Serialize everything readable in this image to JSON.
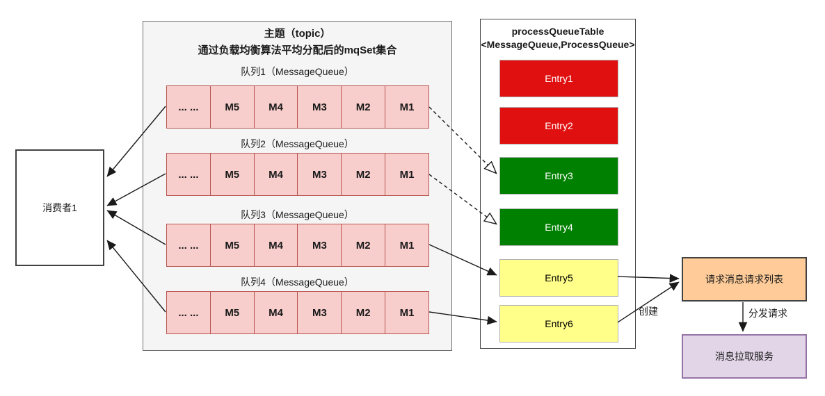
{
  "consumer": {
    "label": "消费者1"
  },
  "topic": {
    "title": "主题（topic）",
    "subtitle": "通过负载均衡算法平均分配后的mqSet集合",
    "queues": [
      {
        "label": "队列1（MessageQueue）",
        "cells": [
          "... ...",
          "M5",
          "M4",
          "M3",
          "M2",
          "M1"
        ]
      },
      {
        "label": "队列2（MessageQueue）",
        "cells": [
          "... ...",
          "M5",
          "M4",
          "M3",
          "M2",
          "M1"
        ]
      },
      {
        "label": "队列3（MessageQueue）",
        "cells": [
          "... ...",
          "M5",
          "M4",
          "M3",
          "M2",
          "M1"
        ]
      },
      {
        "label": "队列4（MessageQueue）",
        "cells": [
          "... ...",
          "M5",
          "M4",
          "M3",
          "M2",
          "M1"
        ]
      }
    ]
  },
  "process_queue_table": {
    "title_line1": "processQueueTable",
    "title_line2": "<MessageQueue,ProcessQueue>",
    "entries": [
      {
        "label": "Entry1",
        "color": "#e01010",
        "text_color": "#ffffff"
      },
      {
        "label": "Entry2",
        "color": "#e01010",
        "text_color": "#ffffff"
      },
      {
        "label": "Entry3",
        "color": "#008000",
        "text_color": "#ffffff"
      },
      {
        "label": "Entry4",
        "color": "#008000",
        "text_color": "#ffffff"
      },
      {
        "label": "Entry5",
        "color": "#ffff8a",
        "text_color": "#000000"
      },
      {
        "label": "Entry6",
        "color": "#ffff8a",
        "text_color": "#000000"
      }
    ]
  },
  "request_list_box": {
    "label": "请求消息请求列表",
    "color": "#ffcc99"
  },
  "pull_service_box": {
    "label": "消息拉取服务",
    "color": "#e1d5e7"
  },
  "edge_labels": {
    "create": "创建",
    "dispatch": "分发请求"
  },
  "colors": {
    "queue_cell_fill": "#f8cecc",
    "queue_cell_border": "#b85450",
    "topic_fill": "#f5f5f5",
    "arrow": "#1a1a1a"
  }
}
